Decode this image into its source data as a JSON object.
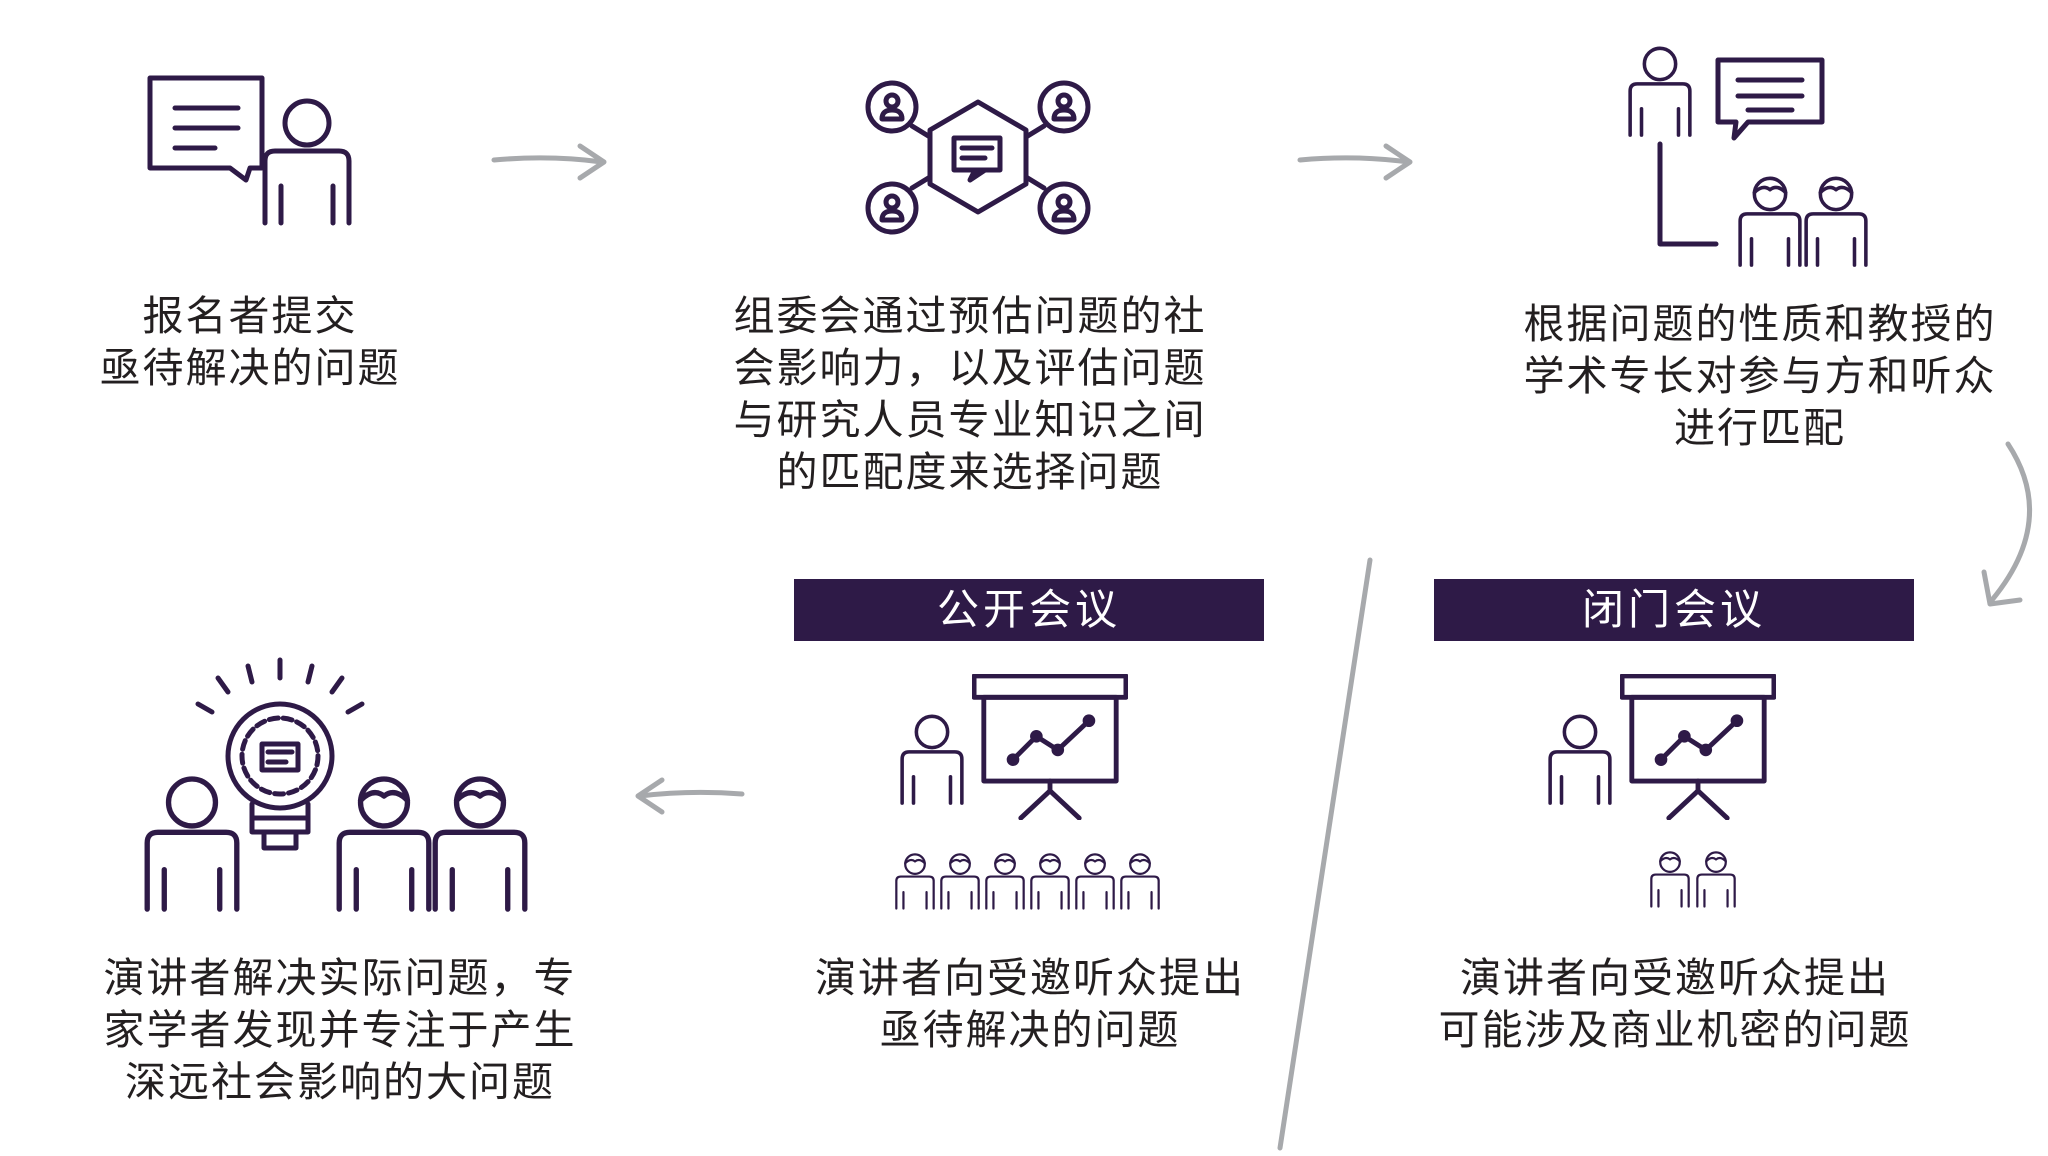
{
  "colors": {
    "accent": "#2e1a47",
    "stroke": "#2e1a47",
    "arrow": "#a7a9ac",
    "text": "#231f20"
  },
  "steps": {
    "submit": "报名者提交\n亟待解决的问题",
    "select": "组委会通过预估问题的社\n会影响力，以及评估问题\n与研究人员专业知识之间\n的匹配度来选择问题",
    "match": "根据问题的性质和教授的\n学术专长对参与方和听众\n进行匹配",
    "public_desc": "演讲者向受邀听众提出\n亟待解决的问题",
    "closed_desc": "演讲者向受邀听众提出\n可能涉及商业机密的问题",
    "outcome": "演讲者解决实际问题，专\n家学者发现并专注于产生\n深远社会影响的大问题"
  },
  "banners": {
    "public": "公开会议",
    "closed": "闭门会议"
  },
  "icons": [
    "chat-person-icon",
    "network-hub-icon",
    "matching-icon",
    "presentation-large-audience-icon",
    "presentation-small-audience-icon",
    "lightbulb-team-icon"
  ]
}
